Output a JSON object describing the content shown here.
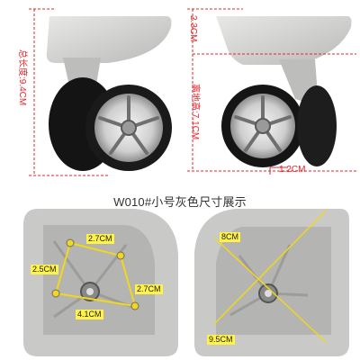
{
  "top_left": {
    "height_label": "总长度:9.4CM"
  },
  "top_right": {
    "top_label": "2.3CM",
    "height_label": "离地高:7.1CM",
    "offset_label": "1.2CM"
  },
  "caption": "W010#小号灰色尺寸展示",
  "bottom_left": {
    "top": "2.7CM",
    "left": "2.5CM",
    "right": "2.7CM",
    "bottom": "4.1CM"
  },
  "bottom_right": {
    "diag_top": "8CM",
    "diag_bottom": "9.5CM"
  },
  "colors": {
    "dim_red": "#e3262a",
    "label_yellow": "#fff24a",
    "plate_grey": "#c9c9c7"
  }
}
